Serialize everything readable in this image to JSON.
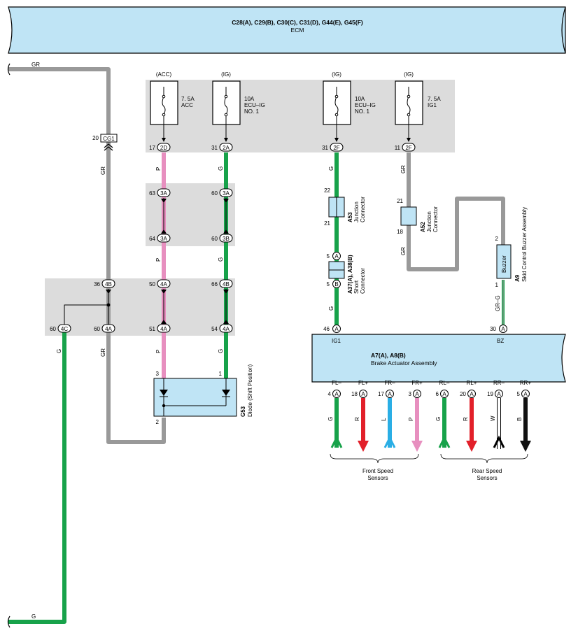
{
  "ecm": {
    "code": "C28(A), C29(B), C30(C), C31(D), G44(E), G45(F)",
    "name": "ECM"
  },
  "colors": {
    "ecm_fill": "#bfe4f5",
    "band_fill": "#dcdcdc",
    "component_fill": "#bfe4f5"
  },
  "wire_colors": {
    "GR": "#999999",
    "P": "#e78fbf",
    "G": "#17a24a",
    "R": "#e2202a",
    "L": "#2aaee5",
    "W": "#ffffff",
    "B": "#111111"
  },
  "left_wires": {
    "top_label": "GR",
    "bottom_label": "G"
  },
  "fuses": [
    {
      "supply": "(ACC)",
      "amp": "7. 5A",
      "name1": "ACC",
      "name2": ""
    },
    {
      "supply": "(IG)",
      "amp": "10A",
      "name1": "ECU–IG",
      "name2": "NO. 1"
    },
    {
      "supply": "(IG)",
      "amp": "10A",
      "name1": "ECU–IG",
      "name2": "NO. 1"
    },
    {
      "supply": "(IG)",
      "amp": "7. 5A",
      "name1": "IG1",
      "name2": ""
    }
  ],
  "pins": [
    {
      "pin": "17",
      "conn": "2D"
    },
    {
      "pin": "31",
      "conn": "2A"
    },
    {
      "pin": "31",
      "conn": "2F"
    },
    {
      "pin": "11",
      "conn": "2F"
    },
    {
      "pin": "63",
      "conn": "3A"
    },
    {
      "pin": "60",
      "conn": "3A"
    },
    {
      "pin": "64",
      "conn": "3A"
    },
    {
      "pin": "60",
      "conn": "3B"
    },
    {
      "pin": "36",
      "conn": "4B"
    },
    {
      "pin": "50",
      "conn": "4A"
    },
    {
      "pin": "66",
      "conn": "4B"
    },
    {
      "pin": "60",
      "conn": "4C"
    },
    {
      "pin": "60",
      "conn": "4A"
    },
    {
      "pin": "51",
      "conn": "4A"
    },
    {
      "pin": "54",
      "conn": "4A"
    },
    {
      "pin": "5",
      "conn": "A"
    },
    {
      "pin": "5",
      "conn": "B"
    },
    {
      "pin": "46",
      "conn": "A"
    },
    {
      "pin": "30",
      "conn": "A"
    }
  ],
  "cg1": {
    "pin": "20",
    "label": "CG1"
  },
  "wire_labels": [
    "GR",
    "P",
    "G",
    "P",
    "G",
    "P",
    "G",
    "GR",
    "P",
    "G",
    "G",
    "G",
    "GR",
    "GR",
    "GR–G"
  ],
  "junction_a53": {
    "code": "A53",
    "name1": "Junction",
    "name2": "Connector",
    "pin_top": "22",
    "pin_bottom": "21"
  },
  "junction_a52": {
    "code": "A52",
    "name1": "Junction",
    "name2": "Connector",
    "pin_top": "21",
    "pin_bottom": "18"
  },
  "short_connector": {
    "code": "A37(A), A38(B)",
    "name1": "Short",
    "name2": "Connector"
  },
  "buzzer": {
    "label": "Buzzer",
    "code": "A9",
    "name": "Skid Control Buzzer Assembly",
    "pin_top": "2",
    "pin_bottom": "1"
  },
  "diode": {
    "code": "G53",
    "name": "Diode (Shift Position)",
    "pin1": "3",
    "pin2": "1",
    "pin3": "2"
  },
  "brake_actuator": {
    "code": "A7(A), A8(B)",
    "name": "Brake Actuator Assembly",
    "top_left": "IG1",
    "top_right": "BZ"
  },
  "sensor_pins": [
    {
      "pin": "4",
      "conn": "A",
      "name": "FL–",
      "color": "G",
      "dir": "up"
    },
    {
      "pin": "18",
      "conn": "A",
      "name": "FL+",
      "color": "R",
      "dir": "down"
    },
    {
      "pin": "17",
      "conn": "A",
      "name": "FR–",
      "color": "L",
      "dir": "up"
    },
    {
      "pin": "3",
      "conn": "A",
      "name": "FR+",
      "color": "P",
      "dir": "down"
    },
    {
      "pin": "6",
      "conn": "A",
      "name": "RL–",
      "color": "G",
      "dir": "up"
    },
    {
      "pin": "20",
      "conn": "A",
      "name": "RL+",
      "color": "R",
      "dir": "down"
    },
    {
      "pin": "19",
      "conn": "A",
      "name": "RR–",
      "color": "W",
      "dir": "up"
    },
    {
      "pin": "5",
      "conn": "A",
      "name": "RR+",
      "color": "B",
      "dir": "down"
    }
  ],
  "sensor_groups": [
    {
      "line1": "Front Speed",
      "line2": "Sensors"
    },
    {
      "line1": "Rear Speed",
      "line2": "Sensors"
    }
  ]
}
